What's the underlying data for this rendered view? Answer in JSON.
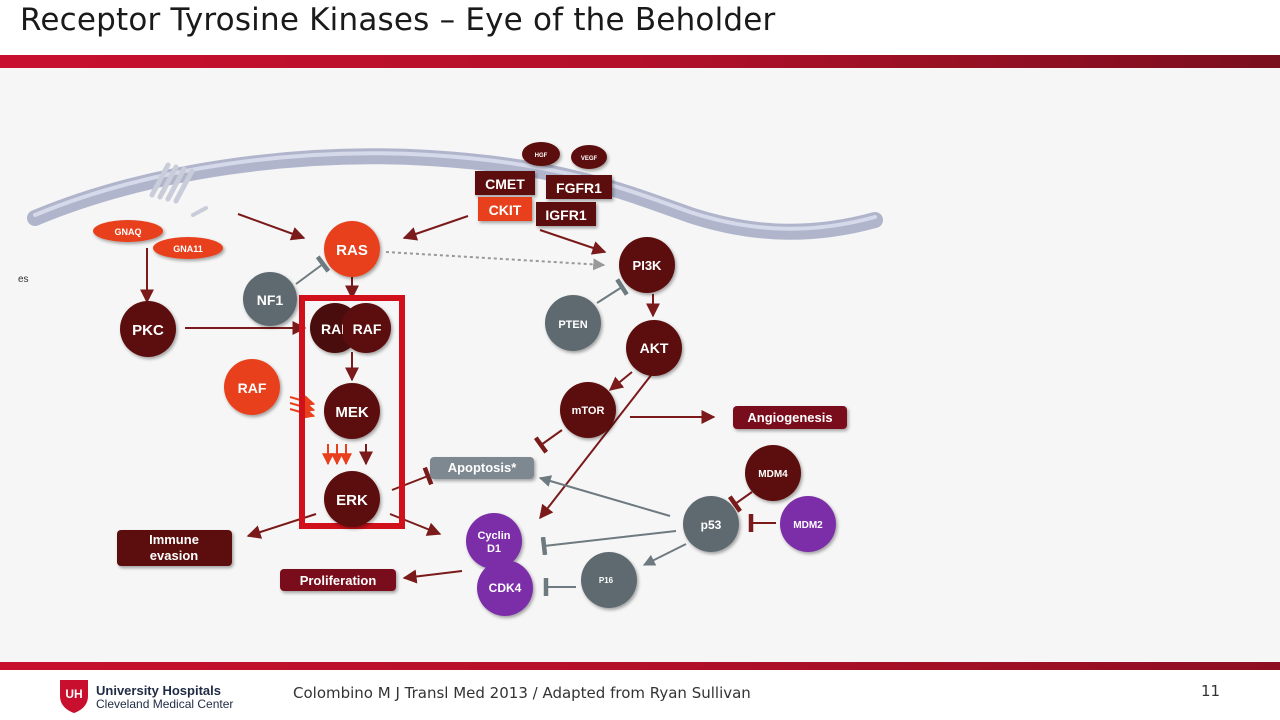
{
  "slide": {
    "title": "Receptor Tyrosine Kinases – Eye of the Beholder",
    "page_number": "11",
    "citation": "Colombino M J Transl Med 2013  / Adapted from Ryan Sullivan",
    "side_fragment": "es"
  },
  "logo": {
    "line1": "University Hospitals",
    "line2": "Cleveland Medical Center",
    "mark": "UH"
  },
  "diagram": {
    "ligands": {
      "hgf": "HGF",
      "vegf": "VEGF"
    },
    "receptors": {
      "cmet": "CMET",
      "fgfr1": "FGFR1",
      "ckit": "CKIT",
      "igfr1": "IGFR1"
    },
    "nodes": {
      "gnaq": "GNAQ",
      "gna11": "GNA11",
      "pkc": "PKC",
      "ras": "RAS",
      "nf1": "NF1",
      "raf_back": "RAF",
      "raf_front": "RAF",
      "raf_mutant": "RAF",
      "mek": "MEK",
      "erk": "ERK",
      "pi3k": "PI3K",
      "pten": "PTEN",
      "akt": "AKT",
      "mtor": "mTOR",
      "mdm4": "MDM4",
      "mdm2": "MDM2",
      "p53": "p53",
      "p16": "P16",
      "cyclin_l1": "Cyclin",
      "cyclin_l2": "D1",
      "cdk4": "CDK4"
    },
    "outcomes": {
      "angiogenesis": "Angiogenesis",
      "apoptosis": "Apoptosis*",
      "immune_l1": "Immune",
      "immune_l2": "evasion",
      "proliferation": "Proliferation"
    },
    "colors": {
      "dark_red": "#5c0a0a",
      "bright_red": "#e8401c",
      "gray": "#5f6b70",
      "purple": "#7b2fa8",
      "highlight_box": "#d0101a",
      "arrow": "#7a1a1a"
    }
  }
}
